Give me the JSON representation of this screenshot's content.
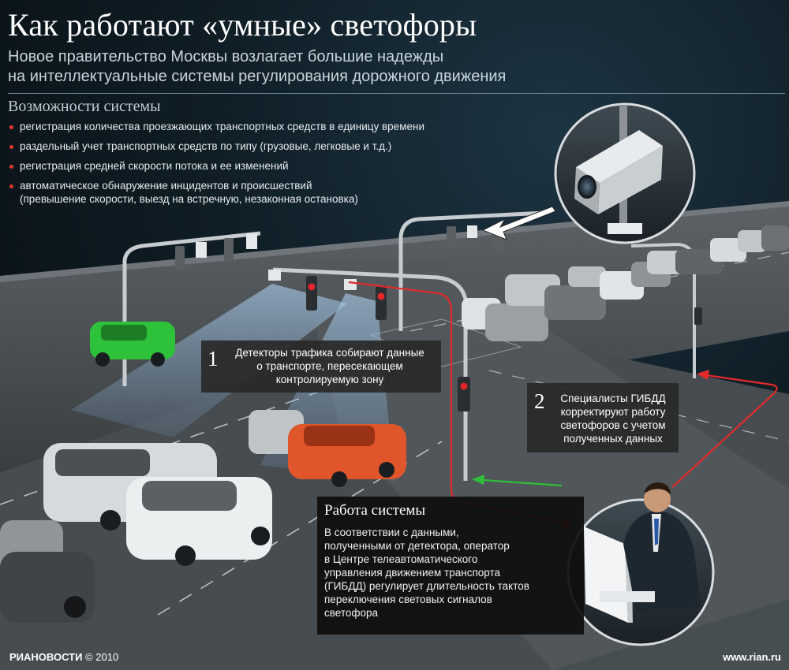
{
  "header": {
    "title": "Как работают «умные» светофоры",
    "subtitle_line1": "Новое правительство Москвы возлагает большие надежды",
    "subtitle_line2": "на интеллектуальные системы регулирования дорожного движения"
  },
  "features": {
    "heading": "Возможности системы",
    "items": [
      "регистрация количества проезжающих транспортных средств в единицу времени",
      "раздельный учет транспортных средств по типу (грузовые, легковые и т.д.)",
      "регистрация средней скорости потока и ее изменений",
      "автоматическое обнаружение инцидентов и происшествий",
      "(превышение скорости, выезд на встречную, незаконная остановка)"
    ]
  },
  "callouts": [
    {
      "number": "1",
      "line1": "Детекторы трафика собирают данные",
      "line2": "о транспорте, пересекающем",
      "line3": "контролируемую зону"
    },
    {
      "number": "2",
      "line1": "Специалисты ГИБДД",
      "line2": "корректируют работу",
      "line3": "светофоров с учетом",
      "line4": "полученных данных"
    }
  ],
  "operation": {
    "title": "Работа системы",
    "text": "В соответствии с данными,\nполученными от детектора, оператор\nв Центре телеавтоматического\nуправления движением транспорта\n(ГИБДД) регулирует длительность тактов\nпереключения световых сигналов\nсветофора"
  },
  "footer": {
    "brand": "РИАНОВОСТИ",
    "copyright": "© 2010",
    "url": "www.rian.ru"
  },
  "colors": {
    "accent_red": "#e23b2a",
    "arrow_green": "#2fbf3a",
    "highlight_car": "#2dc23a",
    "orange_car": "#e0562a",
    "callout_bg": "#282828"
  }
}
